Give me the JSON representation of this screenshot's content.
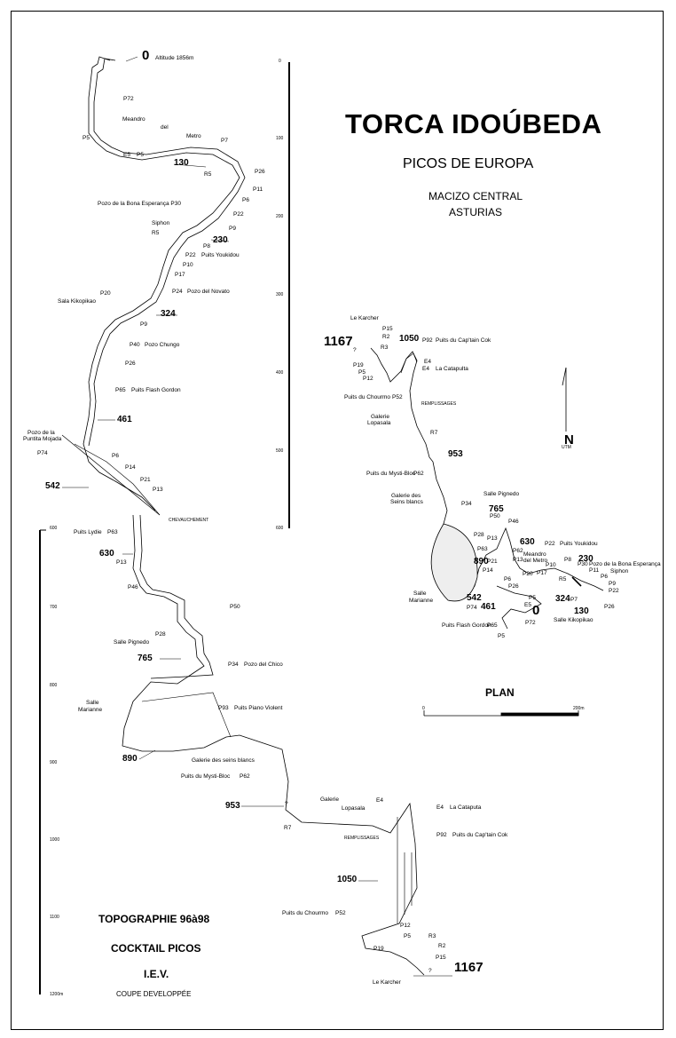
{
  "header": {
    "title": "TORCA IDOÚBEDA",
    "region": "PICOS DE EUROPA",
    "massif": "MACIZO CENTRAL",
    "province": "ASTURIAS"
  },
  "section": {
    "caption": "COUPE DEVELOPPÉE",
    "survey_title": "TOPOGRAPHIE 96à98",
    "team": "COCKTAIL PICOS",
    "club": "I.E.V.",
    "depth_scale_a": [
      "0",
      "100",
      "200",
      "300",
      "400",
      "500",
      "600"
    ],
    "depth_scale_b": [
      "600",
      "700",
      "800",
      "900",
      "1000",
      "1100",
      "1200m"
    ],
    "depths": {
      "d0": "0",
      "d130": "130",
      "d230": "230",
      "d324": "324",
      "d461": "461",
      "d542": "542",
      "d630": "630",
      "d765": "765",
      "d890": "890",
      "d953": "953",
      "d1050": "1050",
      "d1167": "1167"
    },
    "labels": {
      "altitude": "Altitude 1856m",
      "p72": "P72",
      "meandro": "Meandro",
      "del": "del",
      "metro": "Metro",
      "p7": "P7",
      "p5a": "P5",
      "e5": "E5",
      "p5b": "P5",
      "r5a": "R5",
      "p26a": "P26",
      "p11": "P11",
      "p6a": "P6",
      "p30": "Pozo de la Bona Esperança  P30",
      "p22a": "P22",
      "siphon": "Siphon",
      "r5b": "R5",
      "p9a": "P9",
      "p8": "P8",
      "p22b": "P22",
      "youkidou": "Puits Youkidou",
      "p10": "P10",
      "p17": "P17",
      "p20": "P20",
      "p24": "P24",
      "novato": "Pozo del Novato",
      "kikopikao": "Sala Kikopikao",
      "p9b": "P9",
      "p40": "P40",
      "chungo": "Pozo Chungo",
      "p26b": "P26",
      "p65": "P65",
      "flash": "Puits Flash Gordon",
      "puntita1": "Pozo de la",
      "puntita2": "Puntita Mojada",
      "p74": "P74",
      "p6b": "P6",
      "p14": "P14",
      "p21": "P21",
      "p13a": "P13",
      "chevauchement": "CHEVAUCHEMENT",
      "lydie": "Puits Lydie",
      "p63": "P63",
      "p13b": "P13",
      "p46": "P46",
      "p50": "P50",
      "p28": "P28",
      "pignedo": "Salle Pignedo",
      "p34": "P34",
      "chico": "Pozo del Chico",
      "salle": "Salle",
      "marianne": "Marianne",
      "p93": "P93",
      "piano": "Puits Piano Violent",
      "seins": "Galerie des seins blancs",
      "mysti": "Puits du Mysti-Bloc",
      "p62": "P62",
      "q1": "?",
      "r7": "R7",
      "galerie": "Galerie",
      "lopasala": "Lopasala",
      "e4a": "E4",
      "e4b": "E4",
      "catapulta": "La Cataputa",
      "remplissages": "REMPLISSAGES",
      "p92": "P92",
      "captain": "Puits du Cap'tain Cok",
      "chourmo": "Puits du Chourmo",
      "p52": "P52",
      "p12": "P12",
      "p5c": "P5",
      "r3": "R3",
      "r2": "R2",
      "p19": "P19",
      "p15": "P15",
      "q2": "?",
      "karcher": "Le Karcher"
    }
  },
  "plan": {
    "caption": "PLAN",
    "north": "N",
    "utm": "UTM",
    "scale_start": "0",
    "scale_end": "200m",
    "labels": {
      "karcher": "Le Karcher",
      "p15": "P15",
      "r2": "R2",
      "r3": "R3",
      "q": "?",
      "d1167": "1167",
      "d1050": "1050",
      "p92": "P92",
      "captain": "Puits du Cap'tain Cok",
      "p19": "P19",
      "p5": "P5",
      "p12": "P12",
      "e4a": "E4",
      "e4b": "E4",
      "catapulta": "La Catapulta",
      "chourmo": "Puits du Chourmo",
      "p52": "P52",
      "remplissages": "REMPLISSAGES",
      "galerie": "Galerie",
      "lopasala": "Lopasala",
      "r7": "R7",
      "d953": "953",
      "mysti": "Puits du Mysti-Bloc",
      "p62": "P62",
      "seins1": "Galerie des",
      "seins2": "Seins blancs",
      "pignedo": "Salle Pignedo",
      "p34": "P34",
      "d765": "765",
      "p50": "P50",
      "p46": "P46",
      "p28": "P28",
      "p13a": "P13",
      "p63": "P63",
      "d630": "630",
      "p62b": "P62",
      "meandro": "Meandro",
      "metro": "del Metro",
      "p21": "P21",
      "p13b": "P13",
      "d890": "890",
      "p14": "P14",
      "p20": "P20",
      "p17": "P17",
      "p10": "P10",
      "p22": "P22",
      "youkidou": "Puits Youkidou",
      "p8": "P8",
      "d230": "230",
      "p30": "P30",
      "bona": "Pozo de la Bona Esperança",
      "p11": "P11",
      "siphon": "Siphon",
      "p6": "P6",
      "p9": "P9",
      "p22b": "P22",
      "r5": "R5",
      "p26": "P26",
      "salle": "Salle",
      "marianne": "Marianne",
      "d542": "542",
      "p74": "P74",
      "d461": "461",
      "p6b": "P6",
      "p26b": "P26",
      "p5b": "P5",
      "e5": "E5",
      "d0": "0",
      "d324": "324",
      "p7": "P7",
      "d130": "130",
      "kikopikao": "Salle Kikopikao",
      "p65": "P65",
      "flash": "Puits Flash Gordon",
      "p72": "P72",
      "p5c": "P5"
    }
  }
}
